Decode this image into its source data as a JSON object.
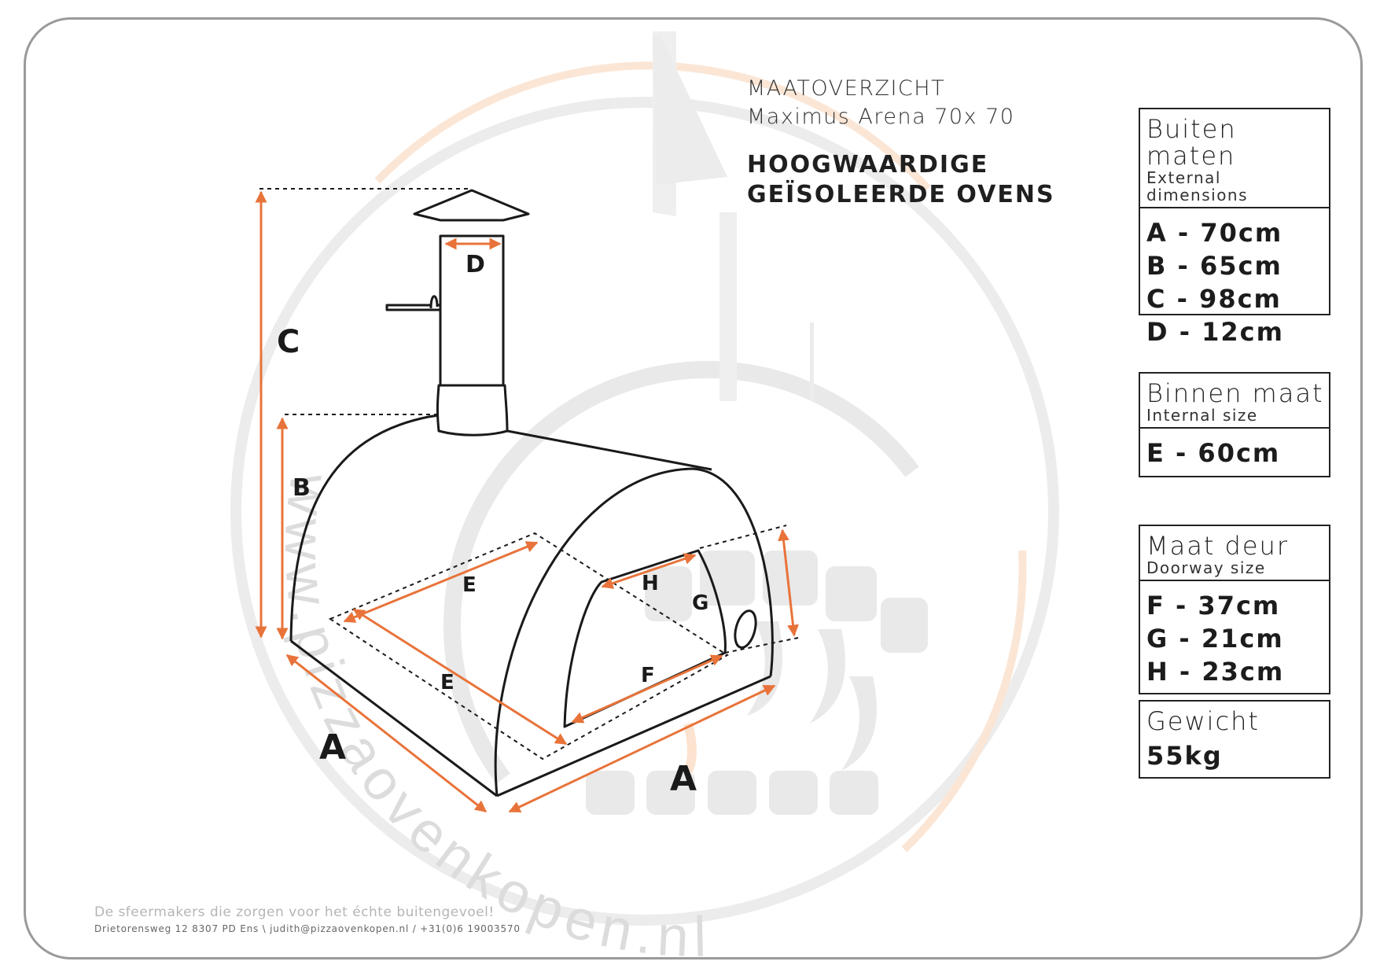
{
  "heading": {
    "line1": "MAATOVERZICHT",
    "line2": "Maximus Arena 70x 70",
    "bold1": "HOOGWAARDIGE",
    "bold2": "GEÏSOLEERDE OVENS"
  },
  "external": {
    "title": "Buiten maten",
    "subtitle": "External dimensions",
    "rows": [
      "A - 70cm",
      "B - 65cm",
      "C - 98cm",
      "D - 12cm"
    ]
  },
  "internal": {
    "title": "Binnen maat",
    "subtitle": "Internal size",
    "rows": [
      "E - 60cm"
    ]
  },
  "doorway": {
    "title": "Maat deur",
    "subtitle": "Doorway size",
    "rows": [
      "F - 37cm",
      "G - 21cm",
      "H - 23cm"
    ]
  },
  "weight": {
    "title": "Gewicht",
    "value": "55kg"
  },
  "labels": {
    "a1": "A",
    "a2": "A",
    "b": "B",
    "c": "C",
    "d": "D",
    "e1": "E",
    "e2": "E",
    "f": "F",
    "g": "G",
    "h": "H"
  },
  "watermark": "www.pizzaovenkopen.nl",
  "footer": {
    "slogan": "De sfeermakers die zorgen voor het échte buitengevoel!",
    "address": "Drietorensweg 12 8307 PD Ens \\ judith@pizzaovenkopen.nl  / +31(0)6 19003570"
  },
  "colors": {
    "dimension": "#e8733a",
    "outline": "#1a1a1a",
    "watermark_gray": "#e3e3e3",
    "watermark_orange": "#fbe3d3"
  }
}
